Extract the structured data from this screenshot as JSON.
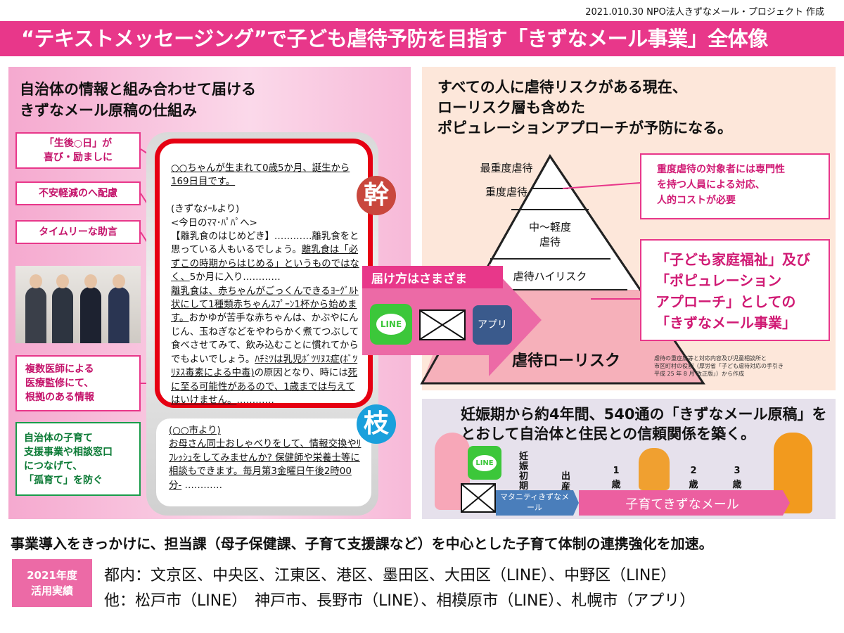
{
  "credit": "2021.010.30  NPO法人きずなメール・プロジェクト 作成",
  "title": "“テキストメッセージング”で子ども虐待予防を目指す「きずなメール事業」全体像",
  "left": {
    "heading": [
      "自治体の情報と組み合わせて届ける",
      "きずなメール原稿の仕組み"
    ],
    "labels": [
      {
        "lines": [
          "「生後○日」が",
          "喜び・励ましに"
        ]
      },
      {
        "lines": [
          "不安軽減のへ配慮"
        ]
      },
      {
        "lines": [
          "タイムリーな助言"
        ]
      },
      {
        "lines": [
          "複数医師による",
          "医療監修にて、",
          "根拠のある情報"
        ]
      },
      {
        "lines": [
          "自治体の子育て",
          "支援事業や相談窓口",
          "につなげて、",
          "「孤育て」を防ぐ"
        ]
      }
    ],
    "main_message": {
      "l1": "○○ちゃんが生まれて0歳5か月、誕生から169日目です。",
      "l2": "(きずなﾒｰﾙより)",
      "l3": "<今日のﾏﾏ･ﾊﾟﾊﾟへ>",
      "l4a": "【離乳食のはじめどき】…………離乳食をと思っている人もいるでしょう。",
      "l4b": "離乳食は「必ずこの時期からはじめる」というものではなく、",
      "l4c": "5か月に入り…………",
      "l5a": "離乳食は、赤ちゃんがごっくんできるﾖｰｸﾞﾙﾄ状にして1種類赤ちゃんｽﾌﾟｰﾝ1杯から始めます。",
      "l5b": "おかゆが苦手な赤ちゃんは、かぶやにんじん、玉ねぎなどをやわらかく煮てつぶして食べさせてみて、飲み込むことに慣れてからでもよいでしょう。",
      "l5c": "ﾊﾁﾐﾂは乳児ﾎﾞﾂﾘﾇｽ症(ﾎﾞﾂﾘﾇｽ毒素による中毒)",
      "l5d": "の原因となり、時には",
      "l5e": "死に至る可能性があるので、1歳までは与えてはいけません。",
      "l5f": "…………"
    },
    "sub_message": {
      "l1": "(○○市より)",
      "l2": "お母さん同士おしゃべりをして、情報交換やﾘﾌﾚｯｼｭをしてみませんか? 保健師や栄養士等に相談もできます。毎月第3金曜日午後2時00分-",
      "l3": " …………"
    },
    "trunk_badge": "幹",
    "branch_badge": "枝",
    "delivery": {
      "heading": "届け方はさまざま",
      "line": "LINE",
      "app": "アプリ"
    }
  },
  "right_top": {
    "heading": [
      "すべての人に虐待リスクがある現在、",
      "ローリスク層も含めた",
      "ポピュレーションアプローチが予防になる。"
    ],
    "pyramid": [
      "最重度虐待",
      "重度虐待",
      "中～軽度\n虐待",
      "虐待ハイリスク",
      "虐待ローリスク"
    ],
    "box1": [
      "重度虐待の対象者には専門性",
      "を持つ人員による対応、",
      "人的コストが必要"
    ],
    "box2": [
      "「子ども家庭福祉」及び",
      "「ポピュレーション",
      "アプローチ」としての",
      "「きずなメール事業」"
    ],
    "source": [
      "虐待の重症度等と対応内容及び児童相談所と",
      "市区町村の役割（厚労省「子ども虐待対応の手引き",
      "平成 25 年 8 月 改正版」）から作成"
    ]
  },
  "right_bottom": {
    "heading": [
      "妊娠期から約4年間、540通の「きずなメール原稿」を",
      "とおして自治体と住民との信頼関係を築く。"
    ],
    "line": "LINE",
    "milestones": [
      "妊娠初期",
      "出産",
      "1歳",
      "2歳",
      "3歳"
    ],
    "maternity": "マタニティきずなメール",
    "childcare": "子育てきずなメール"
  },
  "bottom": {
    "summary": "事業導入をきっかけに、担当課（母子保健課、子育て支援課など）を中心とした子育て体制の連携強化を加速。",
    "year_label": [
      "2021年度",
      "活用実績"
    ],
    "tokyo": "都内：文京区、中央区、江東区、港区、墨田区、大田区（LINE）、中野区（LINE）",
    "others": "他：松戸市（LINE）　神戸市、長野市（LINE）、相模原市（LINE）、札幌市（アプリ）"
  },
  "colors": {
    "brand_pink": "#e8378a",
    "red": "#e60012",
    "line_green": "#3cc73a",
    "trunk": "#c9473d",
    "branch": "#1aa0dc"
  }
}
